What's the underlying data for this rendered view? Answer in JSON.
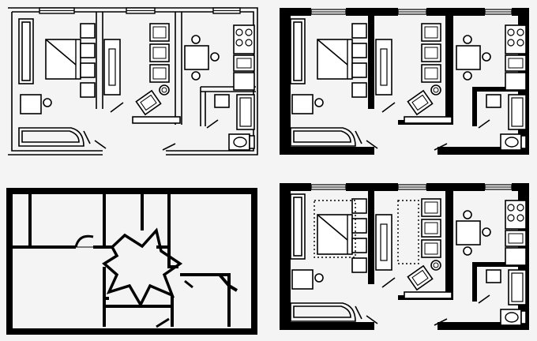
{
  "colors": {
    "background": "#f4f4f4",
    "wall": "#000000",
    "room_fill": "#f4f4f4",
    "furniture_stroke": "#000000",
    "furniture_fill": "#ffffff"
  },
  "panels": [
    {
      "id": "plan-outline-furnished",
      "wall_style": "double-line",
      "furnished": true,
      "dotted_guides": false
    },
    {
      "id": "plan-solid-furnished",
      "wall_style": "solid",
      "furnished": true,
      "dotted_guides": false
    },
    {
      "id": "plan-solid-empty",
      "wall_style": "solid",
      "furnished": false,
      "dotted_guides": false
    },
    {
      "id": "plan-solid-furnished-guides",
      "wall_style": "solid",
      "furnished": true,
      "dotted_guides": true
    }
  ],
  "icons": [
    "bed-icon",
    "wardrobe-icon",
    "armchair-icon",
    "dining-table-icon",
    "stove-icon",
    "sink-icon",
    "bathtub-icon",
    "toilet-icon",
    "sofa-icon",
    "desk-icon",
    "door-swing-icon",
    "window-icon"
  ]
}
